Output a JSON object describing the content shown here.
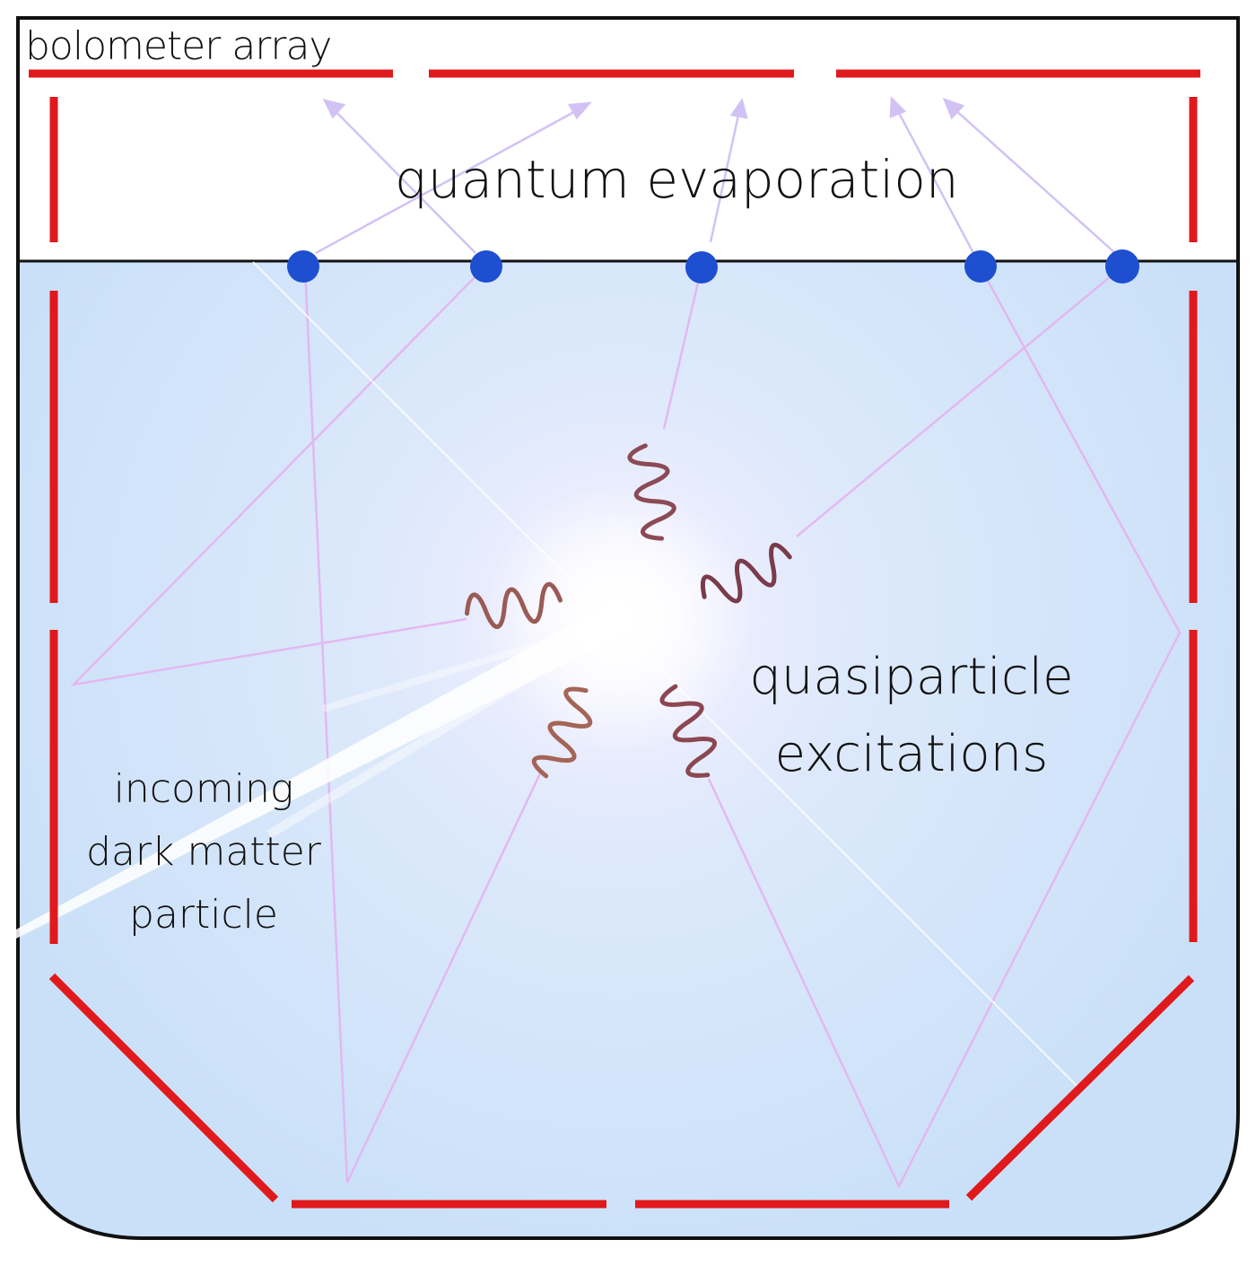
{
  "labels": {
    "bolometer": "bolometer array",
    "evaporation": "quantum evaporation",
    "quasiparticle": [
      "quasiparticle",
      "excitations"
    ],
    "incoming": [
      "incoming",
      "dark matter",
      "particle"
    ]
  },
  "colors": {
    "helium": "#cfe4fa",
    "vessel_outline": "#111111",
    "sensor_red": "#e0191c",
    "atom_blue": "#1d4fd0",
    "trajectory": "#e4b3f0",
    "wave": "#8b4a55",
    "glow": "#ffffff"
  }
}
